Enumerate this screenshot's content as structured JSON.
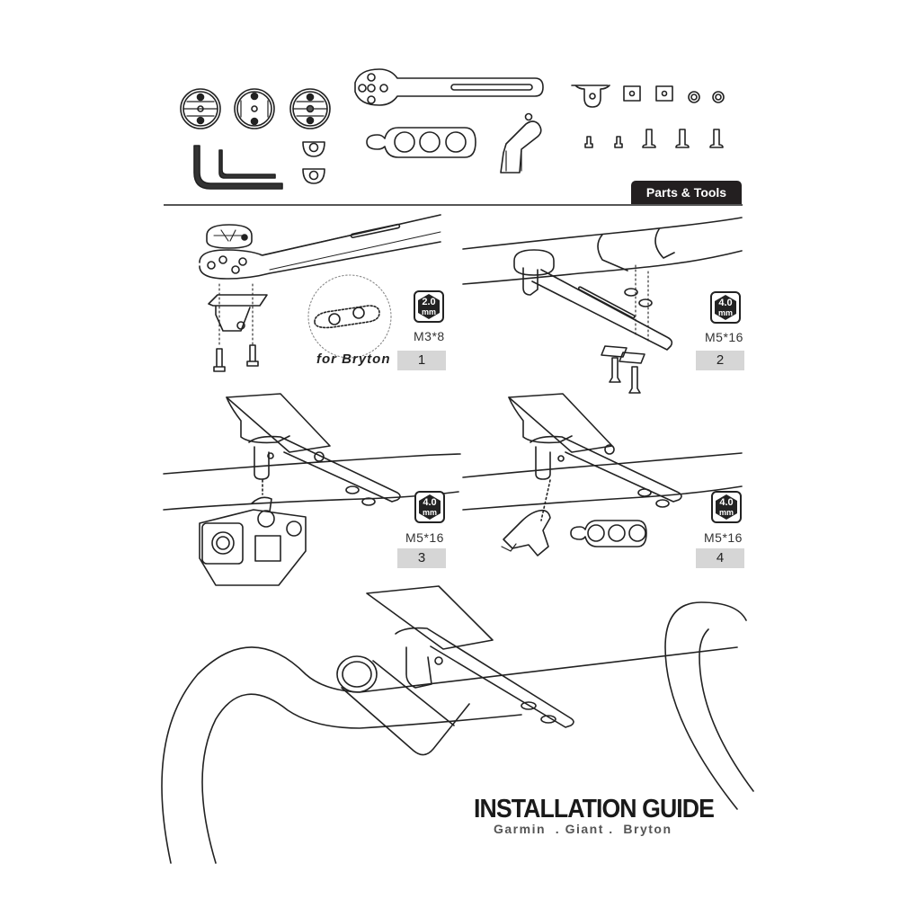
{
  "header": {
    "section_tab": "Parts & Tools"
  },
  "parts": {
    "items": [
      "garmin-mount-adapter",
      "giant-mount-adapter",
      "bryton-mount-adapter",
      "extension-arm",
      "small-bracket-plate",
      "angled-bracket",
      "gopro-adapter-mount",
      "square-nut-1",
      "square-nut-2",
      "washer-1",
      "washer-2",
      "screw-m3-1",
      "screw-m3-2",
      "screw-m5-1",
      "screw-m5-2",
      "screw-m5-3",
      "hex-key-large",
      "hex-key-small",
      "spacer-1",
      "spacer-2"
    ]
  },
  "steps": [
    {
      "number": "1",
      "tool_size": "2.0",
      "tool_unit": "mm",
      "screw": "M3*8",
      "note": "for Bryton"
    },
    {
      "number": "2",
      "tool_size": "4.0",
      "tool_unit": "mm",
      "screw": "M5*16"
    },
    {
      "number": "3",
      "tool_size": "4.0",
      "tool_unit": "mm",
      "screw": "M5*16"
    },
    {
      "number": "4",
      "tool_size": "4.0",
      "tool_unit": "mm",
      "screw": "M5*16"
    }
  ],
  "footer": {
    "title": "INSTALLATION GUIDE",
    "subtitle": "Garmin  . Giant .  Bryton"
  },
  "colors": {
    "ink": "#231f20",
    "step_box": "#d6d6d6"
  }
}
